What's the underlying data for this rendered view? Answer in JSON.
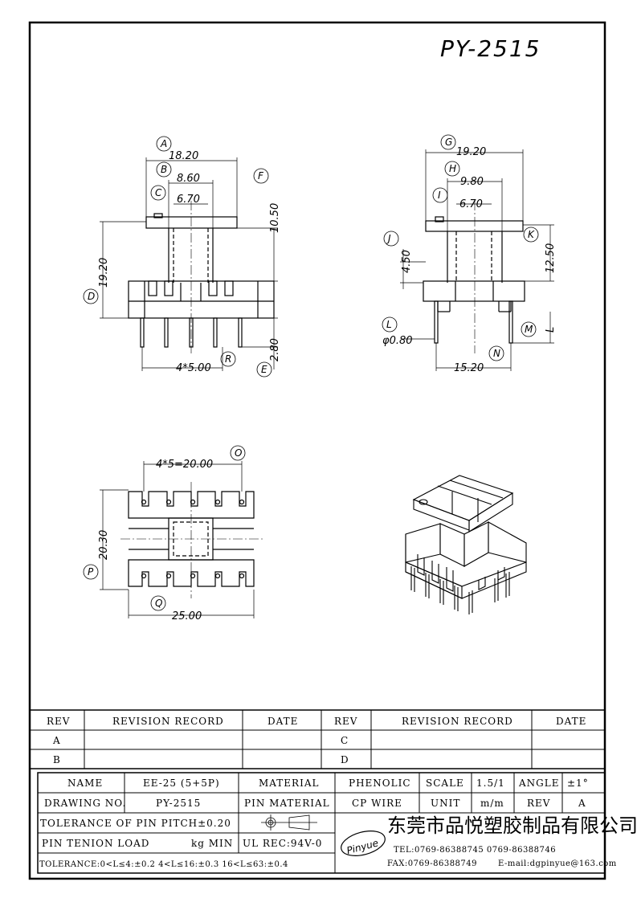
{
  "title": "PY-2515",
  "front_view": {
    "dims": {
      "A": "18.20",
      "B": "8.60",
      "C": "6.70",
      "F": "10.50",
      "D": "19.20",
      "E": "2.80",
      "R": "4*5.00"
    },
    "bubbles": [
      "A",
      "B",
      "C",
      "F",
      "D",
      "E",
      "R"
    ]
  },
  "side_view": {
    "dims": {
      "G": "19.20",
      "H": "9.80",
      "I": "6.70",
      "J": "4.50",
      "K": "12.50",
      "L": "φ0.80",
      "M": "L",
      "N": "15.20"
    },
    "bubbles": [
      "G",
      "H",
      "I",
      "J",
      "K",
      "L",
      "M",
      "N"
    ]
  },
  "bottom_view": {
    "dims": {
      "O": "4*5=20.00",
      "P": "20.30",
      "Q": "25.00"
    },
    "bubbles": [
      "O",
      "P",
      "Q"
    ]
  },
  "revision_table": {
    "headers": [
      "REV",
      "REVISION RECORD",
      "DATE",
      "REV",
      "REVISION RECORD",
      "DATE"
    ],
    "rows": [
      [
        "A",
        "",
        "",
        "C",
        "",
        ""
      ],
      [
        "B",
        "",
        "",
        "D",
        "",
        ""
      ]
    ]
  },
  "title_block": {
    "name_label": "NAME",
    "name_value": "EE-25 (5+5P)",
    "material_label": "MATERIAL",
    "material_value": "PHENOLIC",
    "scale_label": "SCALE",
    "scale_value": "1.5/1",
    "angle_label": "ANGLE",
    "angle_value": "±1°",
    "drawing_no_label": "DRAWING NO.",
    "drawing_no_value": "PY-2515",
    "pin_material_label": "PIN MATERIAL",
    "pin_material_value": "CP WIRE",
    "unit_label": "UNIT",
    "unit_value": "m/m",
    "rev_label": "REV",
    "rev_value": "A",
    "tolerance_pitch": "TOLERANCE OF PIN PITCH±0.20",
    "pin_tension_label": "PIN TENION LOAD",
    "pin_tension_unit": "kg MIN",
    "ul_rec": "UL REC:94V-0",
    "tolerance_general": "TOLERANCE:0<L≤4:±0.2  4<L≤16:±0.3  16<L≤63:±0.4",
    "logo_text": "Pinyue",
    "company": "东莞市品悦塑胶制品有限公司",
    "tel": "TEL:0769-86388745  0769-86388746",
    "fax": "FAX:0769-86388749",
    "email": "E-mail:dgpinyue@163.com"
  }
}
